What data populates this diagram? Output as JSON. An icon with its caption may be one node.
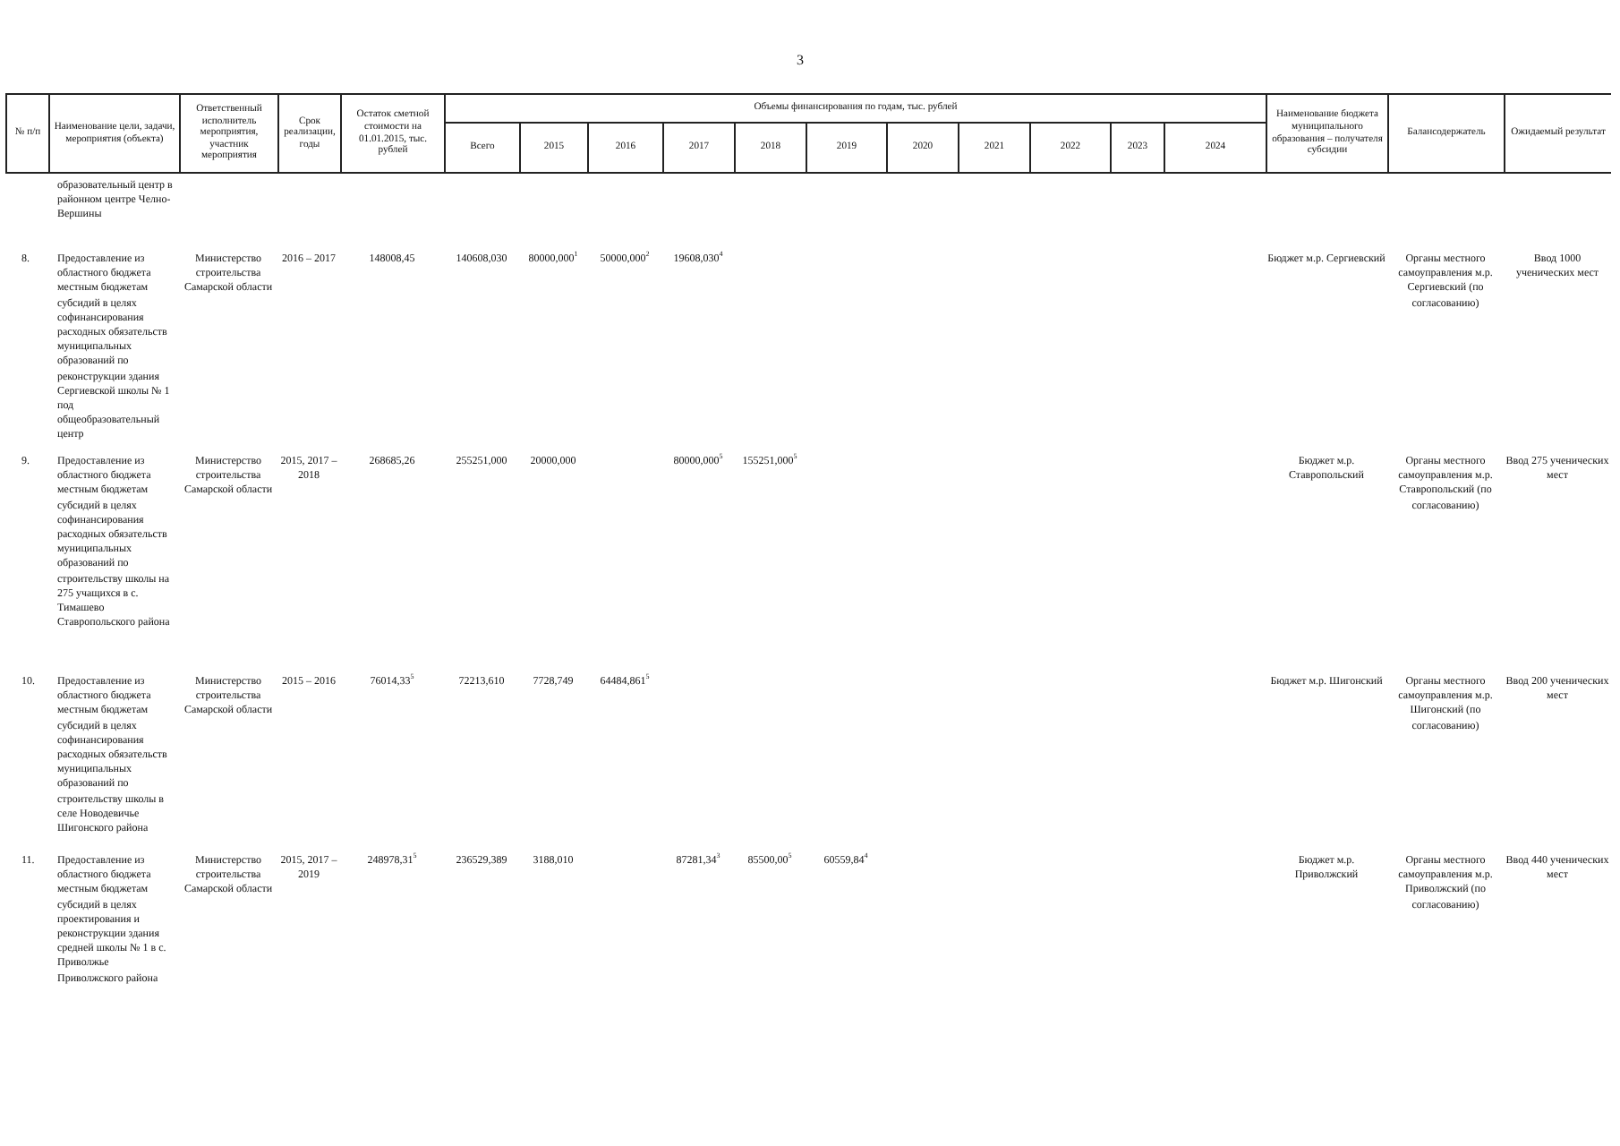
{
  "diagram": {
    "labels": [
      "3",
      "№ п/п",
      "Наименование цели, задачи, мероприятия (объекта)",
      "Ответственный исполнитель мероприятия, участник мероприятия",
      "Срок реализации, годы",
      "Остаток сметной стоимости на 01.01.2015, тыс. рублей",
      "Объемы финансирования по годам, тыс. рублей",
      "Наименование бюджета муниципального образования – получателя субсидии",
      "Балансодержатель",
      "Ожидаемый результат",
      "Всего",
      "2015",
      "2016",
      "2017",
      "2018",
      "2019",
      "2020",
      "2021",
      "2022",
      "2023",
      "2024",
      "образовательный центр в районном центре Челно-Вершины",
      "8.",
      "Предоставление из областного бюджета местным бюджетам субсидий в целях софинансирования расходных обязательств муниципальных образований по реконструкции здания Сергиевской школы № 1 под общеобразовательный центр",
      "Министерство строительства Самарской области",
      "2016 – 2017",
      "148008,45",
      "140608,030",
      "80000,000$^{1}$",
      "50000,000$^{2}$",
      "19608,030$^{4}$",
      "Бюджет м.р. Сергиевский",
      "Органы местного самоуправления м.р. Сергиевский (по согласованию)",
      "Ввод 1000 ученических мест",
      "9.",
      "Предоставление из областного бюджета местным бюджетам субсидий в целях софинансирования расходных обязательств муниципальных образований по строительству школы на 275 учащихся в с. Тимашево Ставропольского района",
      "Министерство строительства Самарской области",
      "2015, 2017 – 2018",
      "268685,26",
      "255251,000",
      "20000,000",
      "80000,000$^{5}$",
      "155251,000$^{5}$",
      "Бюджет м.р. Ставропольский",
      "Органы местного самоуправления м.р. Ставропольский (по согласованию)",
      "Ввод 275 ученических мест",
      "10.",
      "Предоставление из областного бюджета местным бюджетам субсидий в целях софинансирования расходных обязательств муниципальных образований по строительству школы в селе Новодевичье Шигонского района",
      "Министерство строительства Самарской области",
      "2015 – 2016",
      "76014,33$^{5}$",
      "72213,610",
      "7728,749",
      "64484,861$^{5}$",
      "Бюджет м.р. Шигонский",
      "Органы местного самоуправления м.р. Шигонский (по согласованию)",
      "Ввод 200 ученических мест",
      "11.",
      "Предоставление из областного бюджета местным бюджетам субсидий в целях проектирования и реконструкции здания средней школы № 1 в с. Приволжье Приволжского района",
      "Министерство строительства Самарской области",
      "2015, 2017 – 2019",
      "248978,31$^{5}$",
      "236529,389",
      "3188,010",
      "87281,34$^{3}$",
      "85500,00$^{5}$",
      "60559,84$^{4}$",
      "Бюджет м.р. Приволжский",
      "Органы местного самоуправления м.р. Приволжский (по согласованию)",
      "Ввод 440 ученических мест"
    ]
  }
}
